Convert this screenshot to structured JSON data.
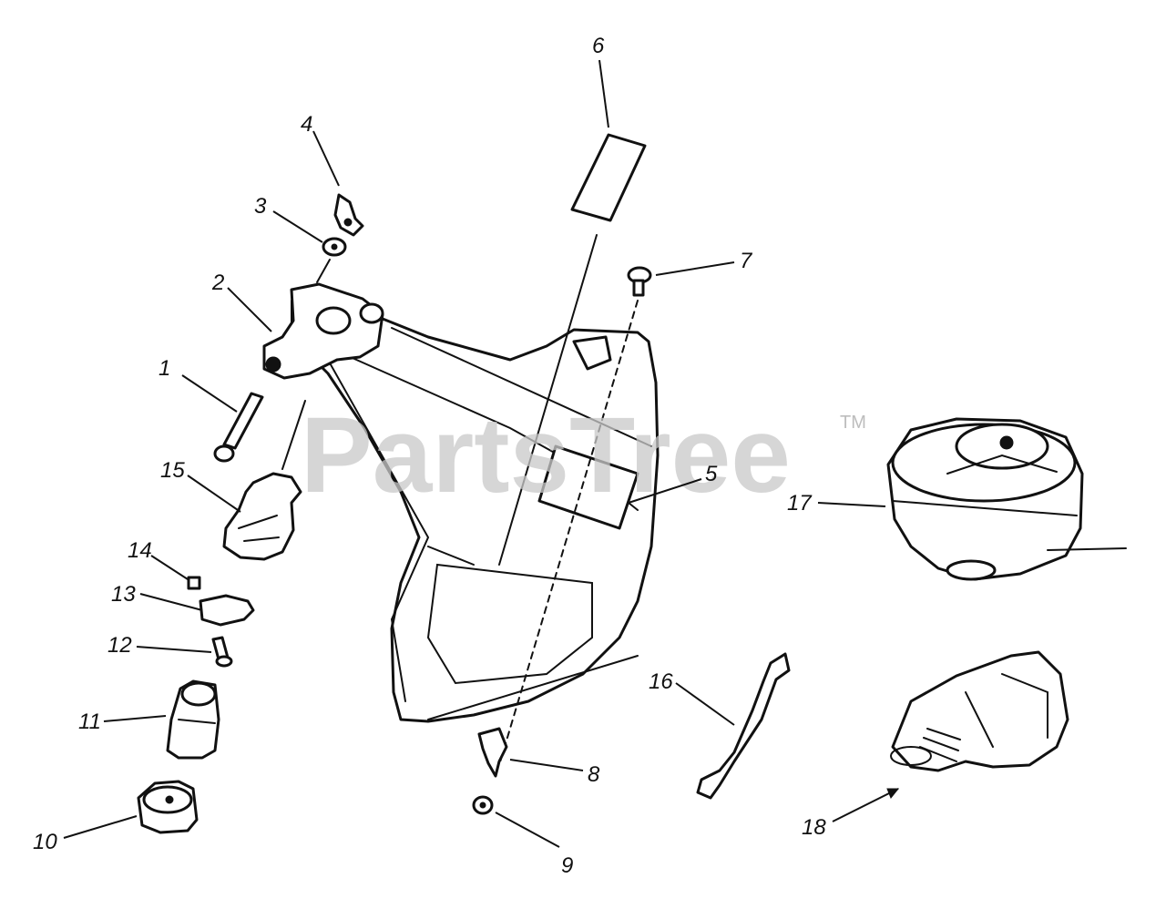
{
  "watermark": {
    "brand": "PartsTree",
    "trademark": "TM"
  },
  "callouts": [
    {
      "id": "1",
      "label": "1"
    },
    {
      "id": "2",
      "label": "2"
    },
    {
      "id": "3",
      "label": "3"
    },
    {
      "id": "4",
      "label": "4"
    },
    {
      "id": "5",
      "label": "5"
    },
    {
      "id": "6",
      "label": "6"
    },
    {
      "id": "7",
      "label": "7"
    },
    {
      "id": "8",
      "label": "8"
    },
    {
      "id": "9",
      "label": "9"
    },
    {
      "id": "10",
      "label": "10"
    },
    {
      "id": "11",
      "label": "11"
    },
    {
      "id": "12",
      "label": "12"
    },
    {
      "id": "13",
      "label": "13"
    },
    {
      "id": "14",
      "label": "14"
    },
    {
      "id": "15",
      "label": "15"
    },
    {
      "id": "16",
      "label": "16"
    },
    {
      "id": "17",
      "label": "17"
    },
    {
      "id": "18",
      "label": "18"
    }
  ]
}
